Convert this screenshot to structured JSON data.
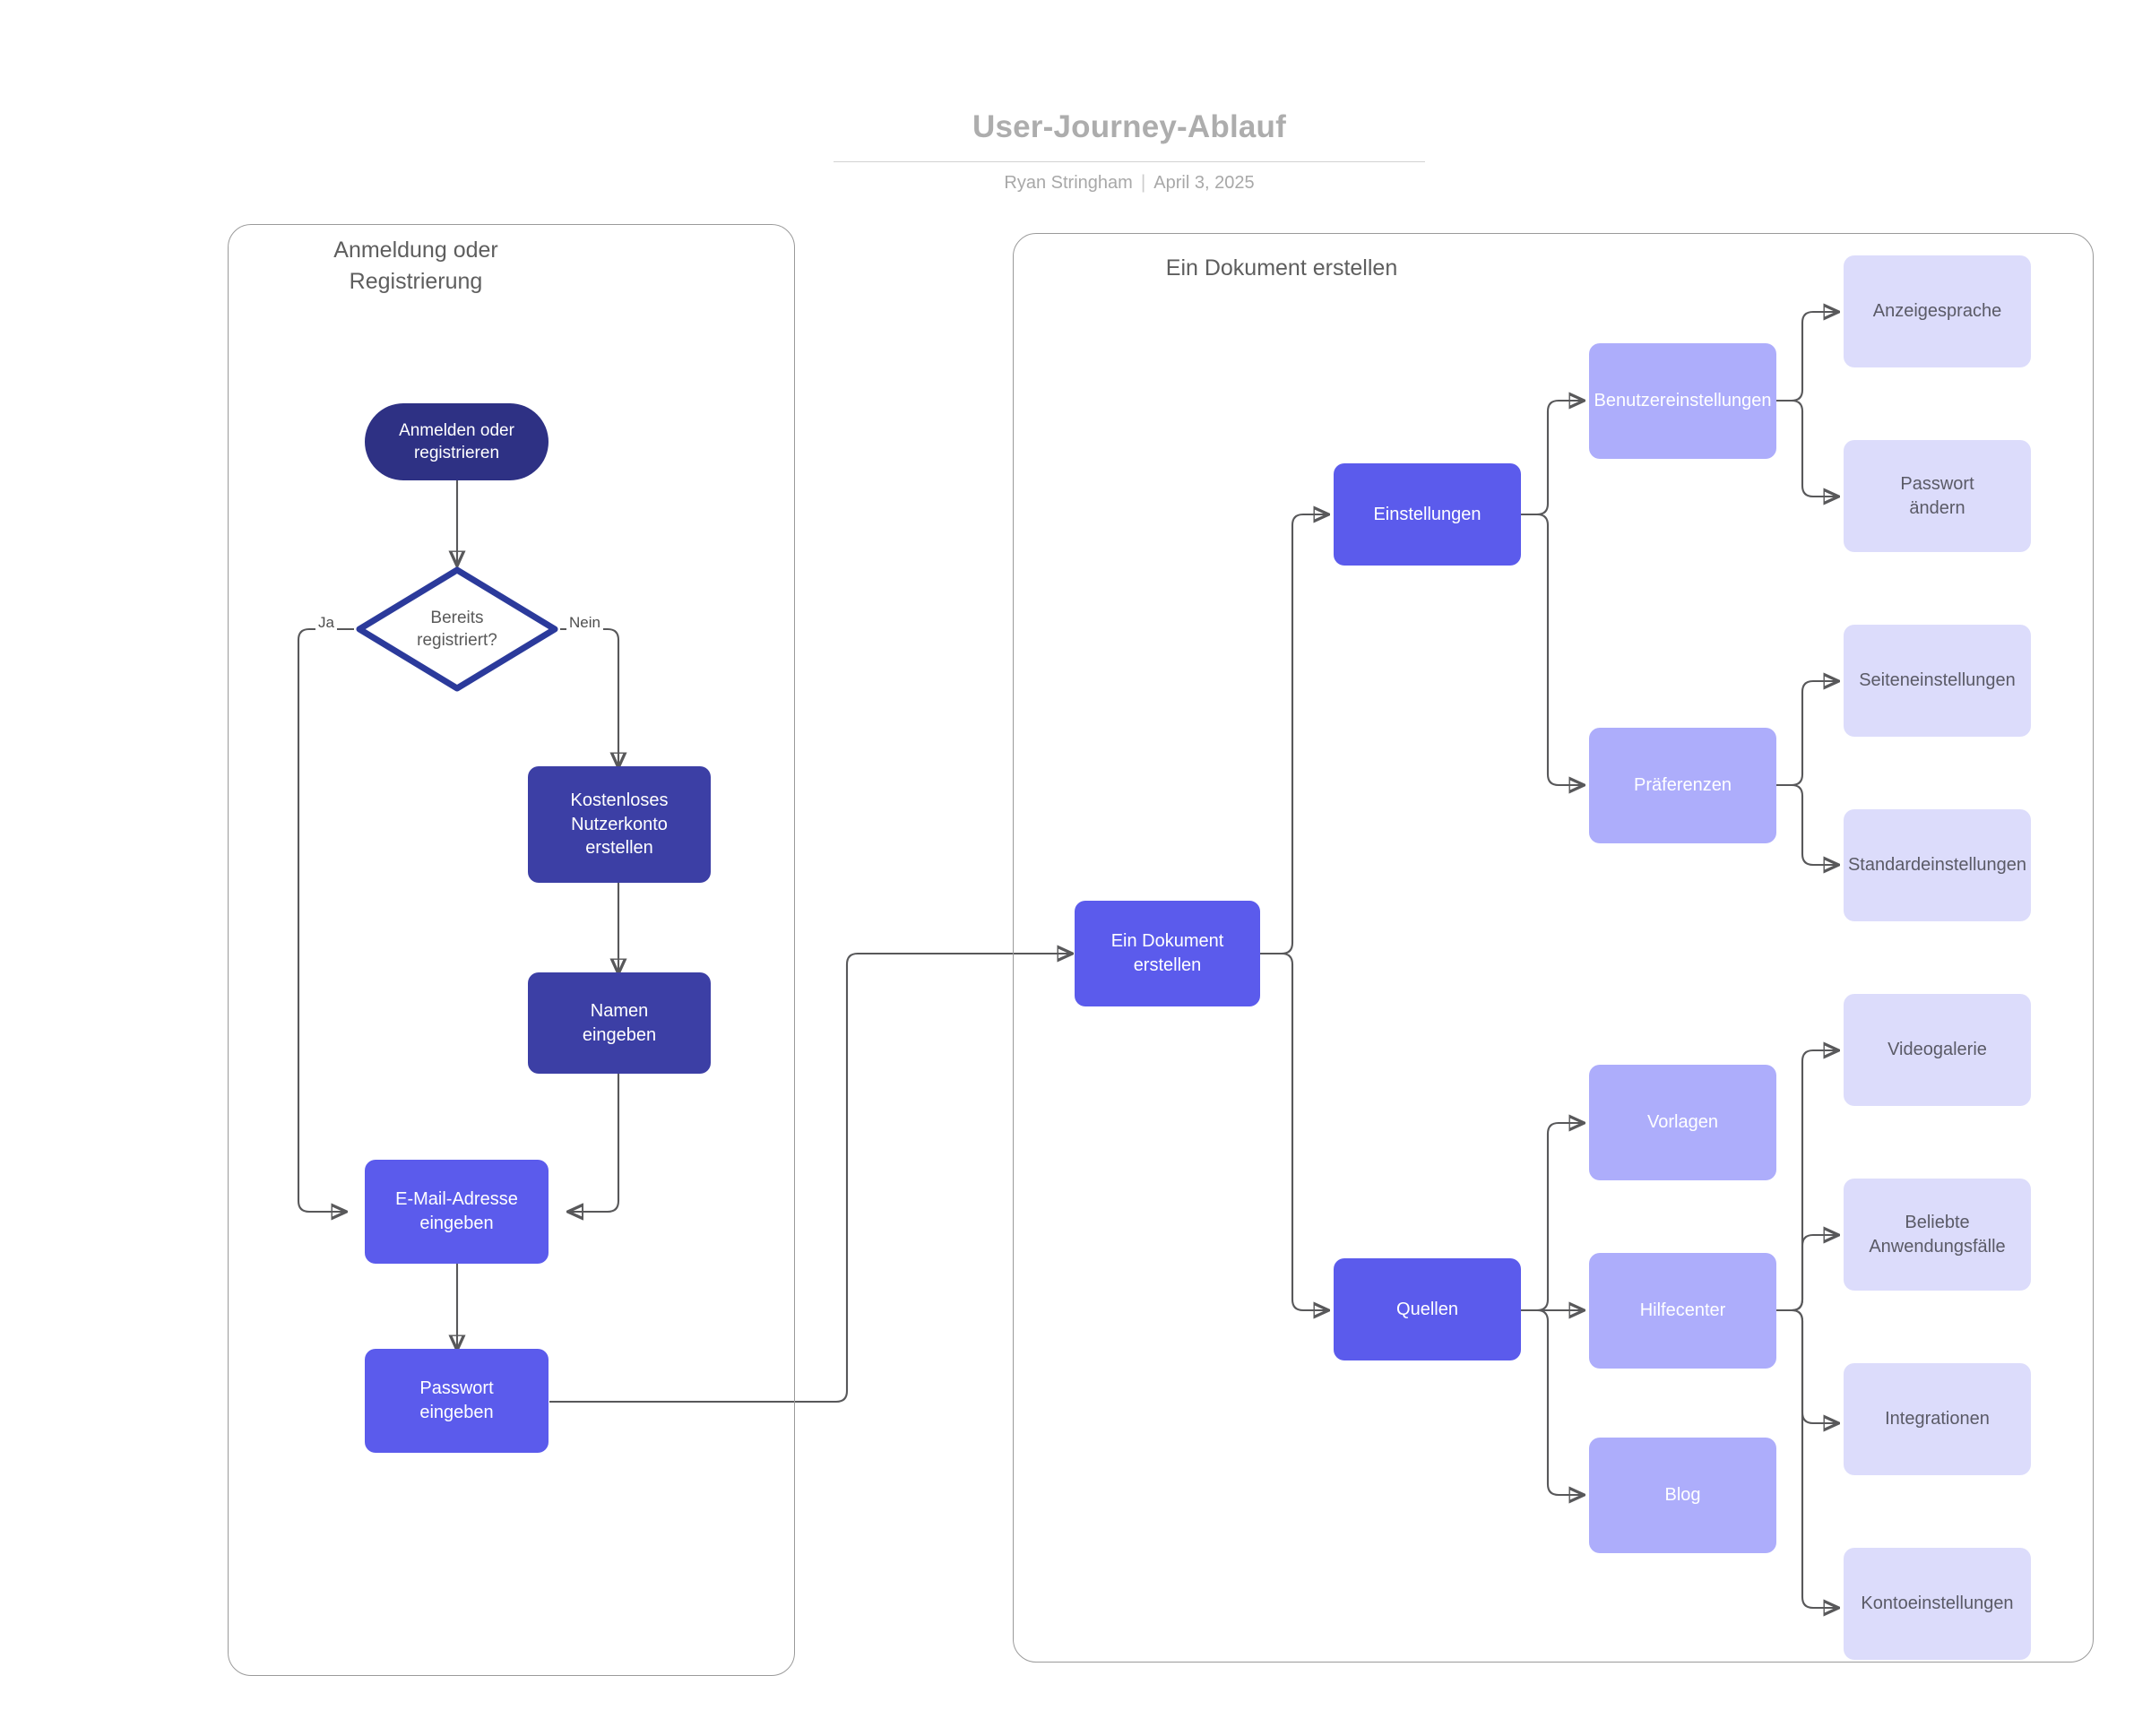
{
  "header": {
    "title": "User-Journey-Ablauf",
    "author": "Ryan Stringham",
    "separator": "|",
    "date": "April 3, 2025"
  },
  "colors": {
    "terminal": "#2e3184",
    "dark": "#3c3fa5",
    "primary": "#5b5bec",
    "mid": "#adadfb",
    "light": "#dcdcfb",
    "edge": "#58585a",
    "frame": "#9a9a9a",
    "title_text": "#adadad",
    "container_title_text": "#5e5e5e"
  },
  "containers": [
    {
      "id": "signup",
      "title": "Anmeldung oder\nRegistrierung"
    },
    {
      "id": "create_doc",
      "title": "Ein Dokument erstellen"
    }
  ],
  "nodes": {
    "start": "Anmelden oder\nregistrieren",
    "decision": "Bereits\nregistriert?",
    "free_account": "Kostenloses\nNutzerkonto\nerstellen",
    "enter_name": "Namen\neingeben",
    "enter_email": "E-Mail-Adresse\neingeben",
    "enter_password": "Passwort\neingeben",
    "create_document": "Ein Dokument\nerstellen",
    "settings": "Einstellungen",
    "user_settings": "Benutzereinstellungen",
    "display_language": "Anzeigesprache",
    "change_password": "Passwort\nändern",
    "preferences": "Präferenzen",
    "page_settings": "Seiteneinstellungen",
    "default_settings": "Standardeinstellungen",
    "sources": "Quellen",
    "templates": "Vorlagen",
    "help_center": "Hilfecenter",
    "blog": "Blog",
    "video_gallery": "Videogalerie",
    "popular_use_cases": "Beliebte\nAnwendungsfälle",
    "integrations": "Integrationen",
    "account_settings": "Kontoeinstellungen"
  },
  "edge_labels": {
    "yes": "Ja",
    "no": "Nein"
  },
  "flow": {
    "edges": [
      {
        "from": "start",
        "to": "decision"
      },
      {
        "from": "decision",
        "to": "enter_email",
        "label": "Ja"
      },
      {
        "from": "decision",
        "to": "free_account",
        "label": "Nein"
      },
      {
        "from": "free_account",
        "to": "enter_name"
      },
      {
        "from": "enter_name",
        "to": "enter_email"
      },
      {
        "from": "enter_email",
        "to": "enter_password"
      },
      {
        "from": "enter_password",
        "to": "create_document"
      },
      {
        "from": "create_document",
        "to": "settings"
      },
      {
        "from": "create_document",
        "to": "sources"
      },
      {
        "from": "settings",
        "to": "user_settings"
      },
      {
        "from": "settings",
        "to": "preferences"
      },
      {
        "from": "user_settings",
        "to": "display_language"
      },
      {
        "from": "user_settings",
        "to": "change_password"
      },
      {
        "from": "preferences",
        "to": "page_settings"
      },
      {
        "from": "preferences",
        "to": "default_settings"
      },
      {
        "from": "sources",
        "to": "templates"
      },
      {
        "from": "sources",
        "to": "help_center"
      },
      {
        "from": "sources",
        "to": "blog"
      },
      {
        "from": "help_center",
        "to": "video_gallery"
      },
      {
        "from": "help_center",
        "to": "popular_use_cases"
      },
      {
        "from": "help_center",
        "to": "integrations"
      },
      {
        "from": "help_center",
        "to": "account_settings"
      }
    ]
  }
}
